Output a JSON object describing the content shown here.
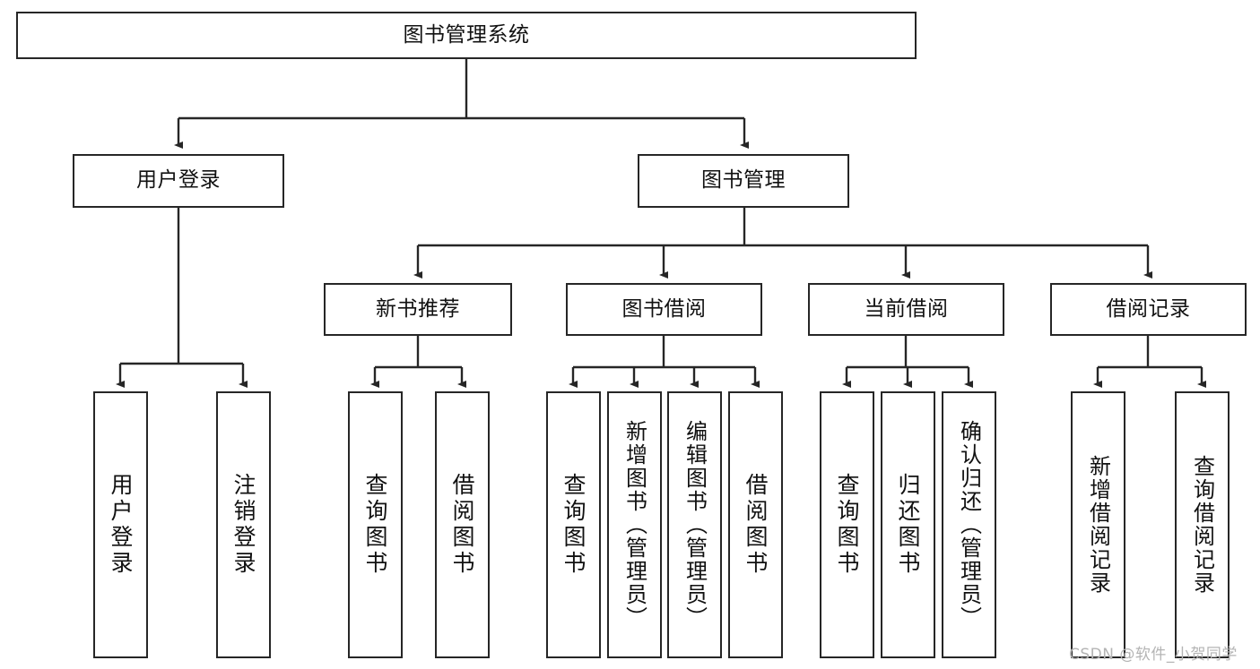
{
  "diagram": {
    "type": "tree-hierarchy-chart",
    "title": "图书管理系统",
    "watermark": "CSDN @软件_小贺同学",
    "colors": {
      "stroke": "#262626",
      "fill": "#ffffff",
      "text": "#111111",
      "watermark": "#b4b4b4"
    },
    "root": {
      "label": "图书管理系统"
    },
    "level2": [
      {
        "label": "用户登录"
      },
      {
        "label": "图书管理"
      }
    ],
    "level3": [
      {
        "label": "新书推荐"
      },
      {
        "label": "图书借阅"
      },
      {
        "label": "当前借阅"
      },
      {
        "label": "借阅记录"
      }
    ],
    "leaves": {
      "user_login": [
        {
          "label": "用户登录"
        },
        {
          "label": "注销登录"
        }
      ],
      "new_book": [
        {
          "label": "查询图书"
        },
        {
          "label": "借阅图书"
        }
      ],
      "borrow": [
        {
          "label": "查询图书"
        },
        {
          "label": "新增图书（管理员）"
        },
        {
          "label": "编辑图书（管理员）"
        },
        {
          "label": "借阅图书"
        }
      ],
      "current": [
        {
          "label": "查询图书"
        },
        {
          "label": "归还图书"
        },
        {
          "label": "确认归还（管理员）"
        }
      ],
      "records": [
        {
          "label": "新增借阅记录"
        },
        {
          "label": "查询借阅记录"
        }
      ]
    }
  }
}
